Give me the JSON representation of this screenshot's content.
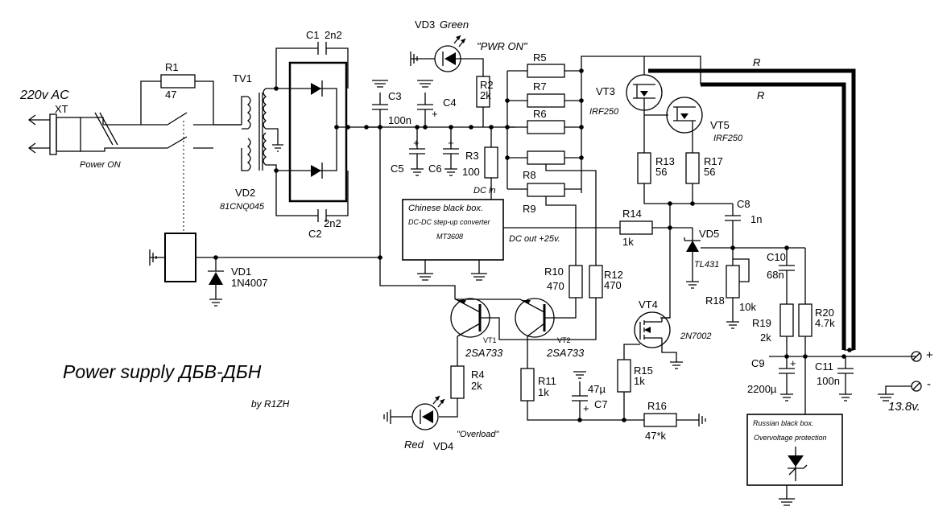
{
  "title": "Power supply ДБВ-ДБН",
  "author": "by R1ZH",
  "labels": {
    "ac_input": "220v AC",
    "xt": "XT",
    "power_on": "Power ON",
    "r1": "R1",
    "r1_val": "47",
    "tv1": "TV1",
    "vd2": "VD2",
    "vd2_val": "81CNQ045",
    "c1": "C1",
    "c1_val": "2n2",
    "c2": "C2",
    "c2_val": "2n2",
    "vd1": "VD1",
    "vd1_val": "1N4007",
    "c3": "C3",
    "c3_val": "100n",
    "c4": "C4",
    "c5": "C5",
    "c6": "C6",
    "vd3": "VD3",
    "vd3_color": "Green",
    "pwr_on": "\"PWR ON\"",
    "r2": "R2",
    "r2_val": "2k",
    "r3": "R3",
    "r3_val": "100",
    "dc_in": "DC in",
    "r5": "R5",
    "r7": "R7",
    "r6": "R6",
    "r8": "R8",
    "r9": "R9",
    "vt3": "VT3",
    "vt3_val": "IRF250",
    "vt5": "VT5",
    "vt5_val": "IRF250",
    "r_top1": "R",
    "r_top2": "R",
    "r13": "R13",
    "r13_val": "56",
    "r17": "R17",
    "r17_val": "56",
    "c8": "C8",
    "c8_val": "1n",
    "chinese_box_line1": "Chinese black box.",
    "chinese_box_line2": "DC-DC step-up converter",
    "chinese_box_line3": "MT3608",
    "dc_out": "DC out +25v.",
    "r14": "R14",
    "r14_val": "1k",
    "vd5": "VD5",
    "vd5_val": "TL431",
    "c10": "C10",
    "c10_val": "68n",
    "r18": "R18",
    "r18_val": "10k",
    "r10": "R10",
    "r10_val": "470",
    "r12": "R12",
    "r12_val": "470",
    "vt1": "VT1",
    "vt1_val": "2SA733",
    "vt2": "VT2",
    "vt2_val": "2SA733",
    "vt4": "VT4",
    "vt4_val": "2N7002",
    "r19": "R19",
    "r19_val": "2k",
    "r20": "R20",
    "r20_val": "4.7k",
    "c9": "C9",
    "c9_val": "2200µ",
    "c11": "C11",
    "c11_val": "100n",
    "plus": "+",
    "minus": "-",
    "output_voltage": "13.8v.",
    "r4": "R4",
    "r4_val": "2k",
    "vd4": "VD4",
    "vd4_color": "Red",
    "overload": "\"Overload\"",
    "r11": "R11",
    "r11_val": "1k",
    "c7": "C7",
    "c7_val": "47µ",
    "r15": "R15",
    "r15_val": "1k",
    "r16": "R16",
    "r16_val": "47*k",
    "russian_box_line1": "Russian black box.",
    "russian_box_line2": "Overvoltage protection",
    "cap_plus": "+"
  }
}
